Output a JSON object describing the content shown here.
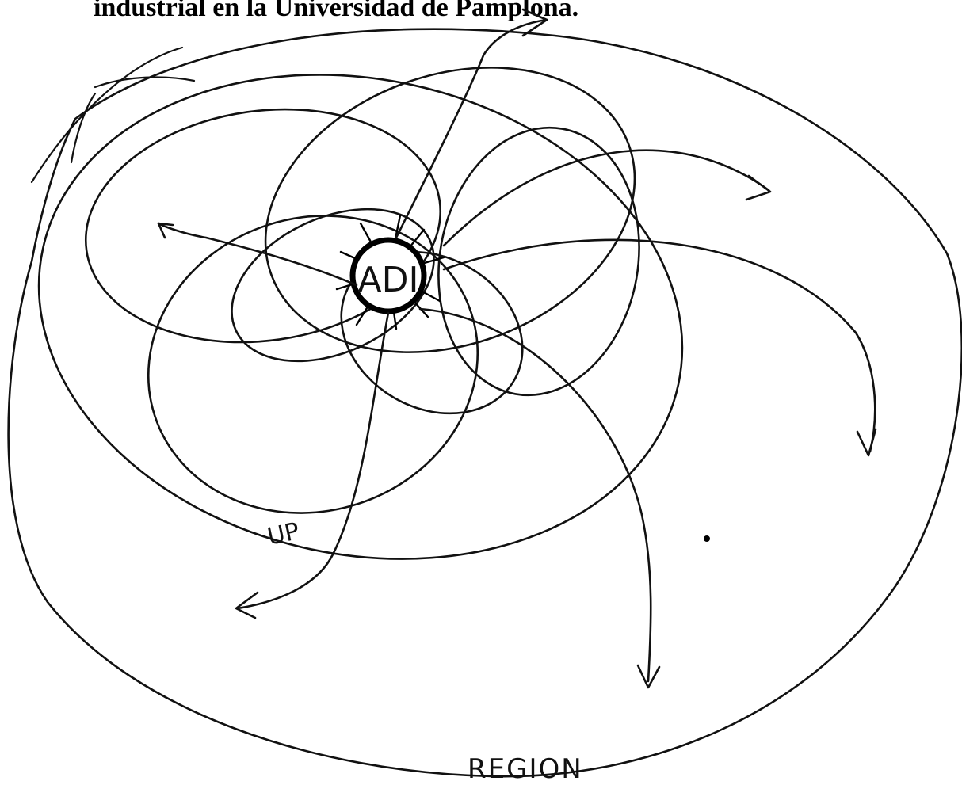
{
  "header": {
    "clipped_title": "industrial en la Universidad de Pamplona."
  },
  "labels": {
    "center": "ADI",
    "inner_region": "UP",
    "outer_region": "REGION"
  },
  "colors": {
    "ink": "#111111",
    "paper": "#ffffff"
  }
}
